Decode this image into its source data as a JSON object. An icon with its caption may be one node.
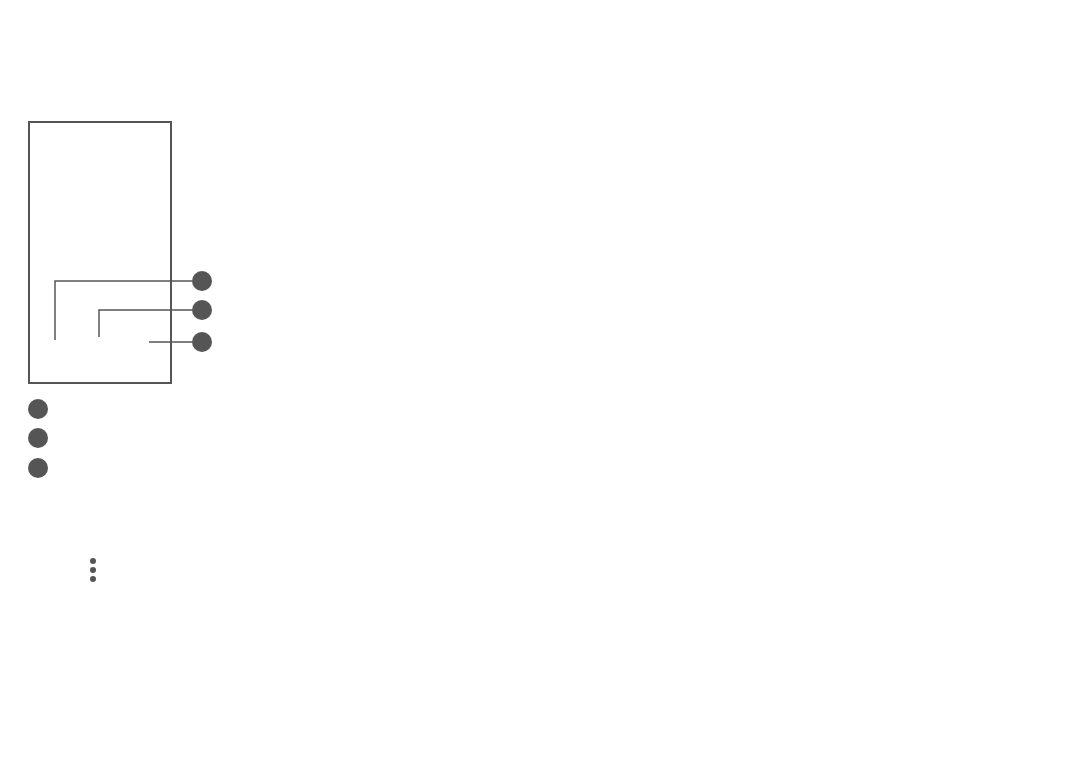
{
  "diagram": {
    "nodes": [
      {
        "text": [],
        "shape": "box"
      },
      {
        "text": [],
        "shape": "circle"
      },
      {
        "text": [],
        "shape": "circle"
      },
      {
        "text": [],
        "shape": "circle"
      },
      {
        "text": [],
        "shape": "circle"
      },
      {
        "text": [],
        "shape": "circle"
      },
      {
        "text": [],
        "shape": "circle"
      }
    ],
    "edges": [
      {
        "from": 1,
        "to": 0,
        "arrow": "none"
      },
      {
        "from": 2,
        "to": 0,
        "arrow": "none"
      },
      {
        "from": 3,
        "to": 0,
        "arrow": "none"
      }
    ]
  }
}
